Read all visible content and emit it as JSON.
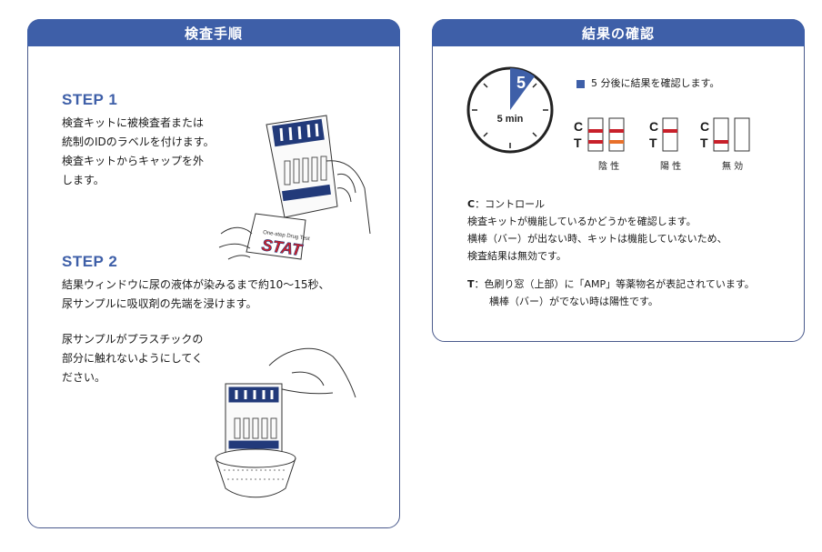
{
  "left_panel": {
    "header": "検査手順",
    "step1": {
      "title": "STEP 1",
      "lines": [
        "検査キットに被検査者または",
        "統制のIDのラベルを付けます。",
        "検査キットからキャップを外",
        "します。"
      ],
      "cup_brand": "STAT",
      "cup_label": "One-step Drug Test"
    },
    "step2": {
      "title": "STEP 2",
      "lines": [
        "結果ウィンドウに尿の液体が染みるまで約10～15秒、",
        "尿サンプルに吸収剤の先端を浸けます。"
      ],
      "note_lines": [
        "尿サンプルがプラスチックの",
        "部分に触れないようにしてく",
        "ださい。"
      ]
    }
  },
  "right_panel": {
    "header": "結果の確認",
    "timer": {
      "minute": "5",
      "label": "5 min"
    },
    "instruction": "5 分後に結果を確認します。",
    "results": [
      {
        "c": "C",
        "t": "T",
        "caption": "陰 性"
      },
      {
        "c": "C",
        "t": "T",
        "caption": "陽 性"
      },
      {
        "c": "C",
        "t": "T",
        "caption": "無 効"
      }
    ],
    "c_label": "C",
    "c_title": "：コントロール",
    "c_lines": [
      "検査キットが機能しているかどうかを確認します。",
      "横棒（バー）が出ない時、キットは機能していないため、",
      "検査結果は無効です。"
    ],
    "t_label": "T",
    "t_line1": "：色刷り窓（上部）に「AMP」等薬物名が表記されています。",
    "t_line2": "横棒（バー）がでない時は陽性です。",
    "colors": {
      "header": "#3e5fa8",
      "line_red": "#c8202a",
      "line_orange": "#e8702a",
      "timer_wedge": "#3e5fa8"
    }
  }
}
